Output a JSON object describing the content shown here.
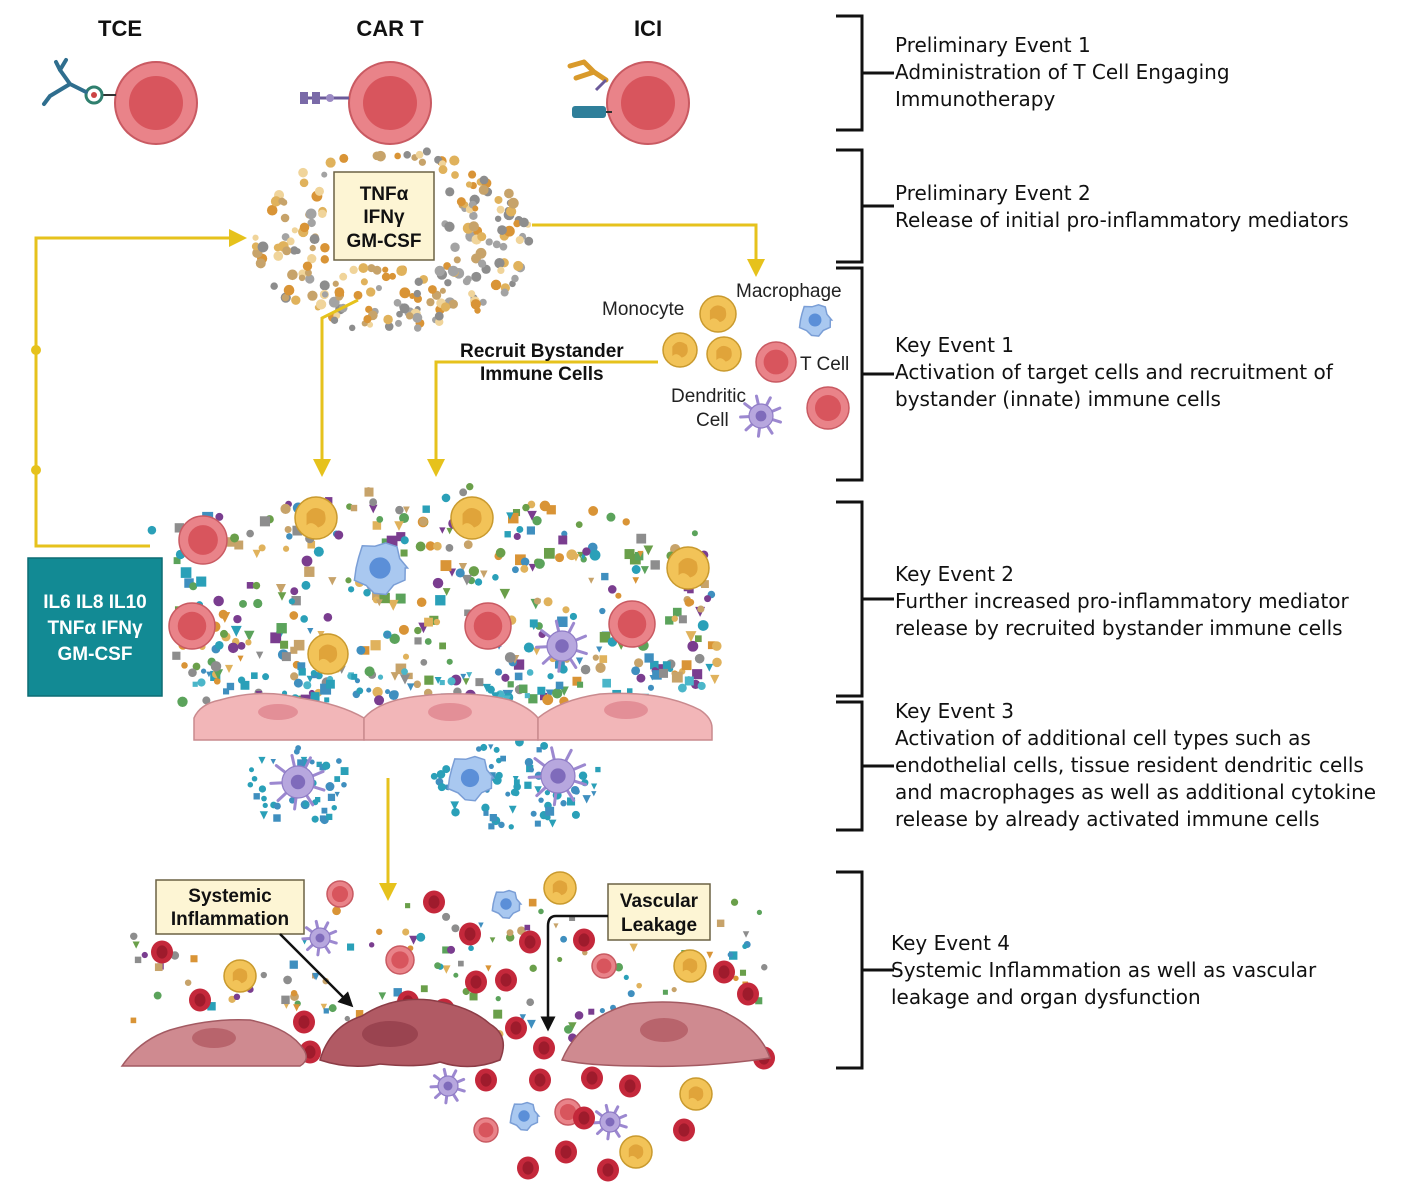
{
  "therapies": [
    "TCE",
    "CAR T",
    "ICI"
  ],
  "cytokine_box": [
    "TNFα",
    "IFNγ",
    "GM-CSF"
  ],
  "cell_labels": {
    "macrophage": "Macrophage",
    "monocyte": "Monocyte",
    "t_cell": "T Cell",
    "dendritic_line1": "Dendritic",
    "dendritic_line2": "Cell"
  },
  "recruit_label": [
    "Recruit Bystander",
    "Immune Cells"
  ],
  "teal_box": [
    "IL6 IL8 IL10",
    "TNFα IFNγ",
    "GM-CSF"
  ],
  "systemic_label": [
    "Systemic",
    "Inflammation"
  ],
  "vascular_label": [
    "Vascular",
    "Leakage"
  ],
  "events": [
    {
      "title": "Preliminary Event 1",
      "lines": [
        "Administration of T Cell Engaging",
        "Immunotherapy"
      ]
    },
    {
      "title": "Preliminary Event 2",
      "lines": [
        "Release of initial pro-inflammatory mediators"
      ]
    },
    {
      "title": "Key Event 1",
      "lines": [
        "Activation of target cells and recruitment of",
        "bystander (innate) immune cells"
      ]
    },
    {
      "title": "Key Event 2",
      "lines": [
        "Further increased pro-inflammatory mediator",
        "release by recruited bystander immune cells"
      ]
    },
    {
      "title": "Key Event 3",
      "lines": [
        "Activation of additional cell types such as",
        "endothelial cells, tissue resident dendritic cells",
        "and macrophages as well as additional cytokine",
        "release by already activated immune cells"
      ]
    },
    {
      "title": "Key Event 4",
      "lines": [
        "Systemic Inflammation as well as vascular",
        "leakage and organ dysfunction"
      ]
    }
  ],
  "colors": {
    "arrow_yellow": "#e6c21c",
    "t_cell_red": "#e27077",
    "monocyte_yellow": "#f2c358",
    "macrophage_blue": "#a9c8f0",
    "dendritic_purple": "#b7a7de",
    "teal_box": "#128a94",
    "cytokine_box_fill": "#fdf5d4",
    "endothelium_pink": "#f2b6b8",
    "damaged_tissue": "#c97a82",
    "rbc_red": "#c4283b"
  }
}
